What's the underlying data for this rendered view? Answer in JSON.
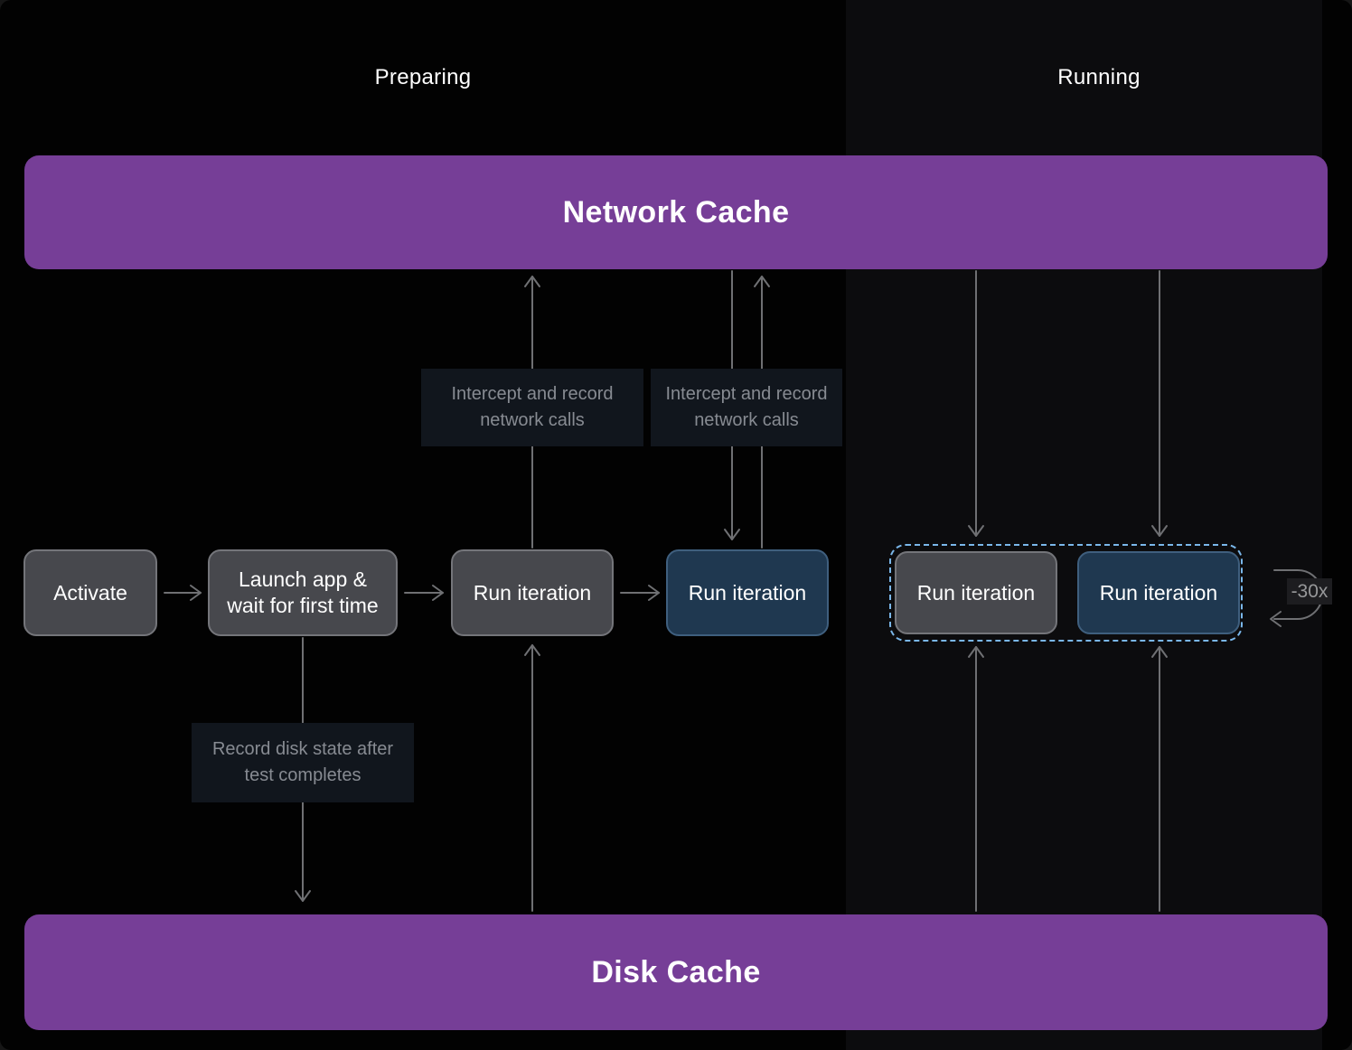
{
  "sections": {
    "preparing_label": "Preparing",
    "running_label": "Running"
  },
  "cache_bars": {
    "network_label": "Network Cache",
    "disk_label": "Disk Cache"
  },
  "nodes": {
    "activate": "Activate",
    "launch": "Launch app & wait for first time",
    "run_iteration_1": "Run iteration",
    "run_iteration_2": "Run iteration",
    "run_iteration_3": "Run iteration",
    "run_iteration_4": "Run iteration"
  },
  "annotations": {
    "intercept_1": "Intercept and record network calls",
    "intercept_2": "Intercept and record network calls",
    "record_disk": "Record disk state after test completes",
    "loop_count": "-30x"
  },
  "colors": {
    "cache_purple": "#763E97",
    "box_gray": "#47484d",
    "box_blue": "#1f3850",
    "dashed_blue": "#7ab7ea",
    "chip_bg": "#11161d",
    "chip_text": "#878b92",
    "arrow_gray": "#6f7073"
  }
}
